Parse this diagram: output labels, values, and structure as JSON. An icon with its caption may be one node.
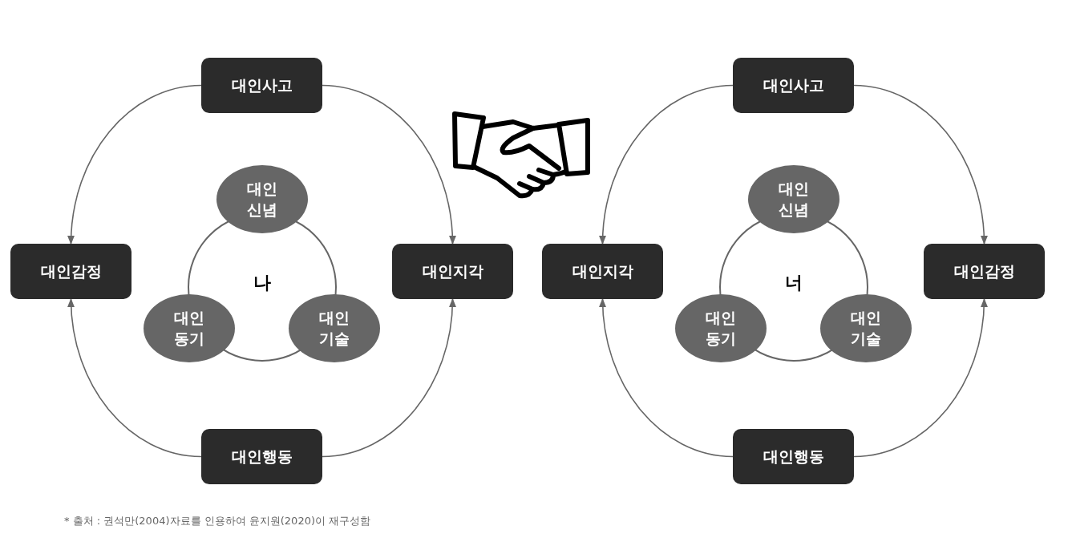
{
  "diagram": {
    "caption": "* 출처 : 권석만(2004)자료를 인용하여 윤지원(2020)이 재구성함",
    "nodes": [
      {
        "text": [
          "대인사고"
        ]
      },
      {
        "text": [
          "대인감정"
        ]
      },
      {
        "text": [
          "대인지각"
        ]
      },
      {
        "text": [
          "대인행동"
        ]
      },
      {
        "text": [
          "나"
        ]
      },
      {
        "text": [
          "대인 신념"
        ]
      },
      {
        "text": [
          "대인 동기"
        ]
      },
      {
        "text": [
          "대인 기술"
        ]
      },
      {
        "text": [
          "대인사고"
        ]
      },
      {
        "text": [
          "대인지각"
        ]
      },
      {
        "text": [
          "대인감정"
        ]
      },
      {
        "text": [
          "대인행동"
        ]
      },
      {
        "text": [
          "너"
        ]
      },
      {
        "text": [
          "대인 신념"
        ]
      },
      {
        "text": [
          "대인 동기"
        ]
      },
      {
        "text": [
          "대인 기술"
        ]
      }
    ],
    "edges": [
      {
        "from": 0,
        "to": 1,
        "arrow": "to"
      },
      {
        "from": 0,
        "to": 2,
        "arrow": "to"
      },
      {
        "from": 3,
        "to": 1,
        "arrow": "to"
      },
      {
        "from": 3,
        "to": 2,
        "arrow": "to"
      },
      {
        "from": 8,
        "to": 9,
        "arrow": "to"
      },
      {
        "from": 8,
        "to": 10,
        "arrow": "to"
      },
      {
        "from": 11,
        "to": 9,
        "arrow": "to"
      },
      {
        "from": 11,
        "to": 10,
        "arrow": "to"
      }
    ]
  }
}
